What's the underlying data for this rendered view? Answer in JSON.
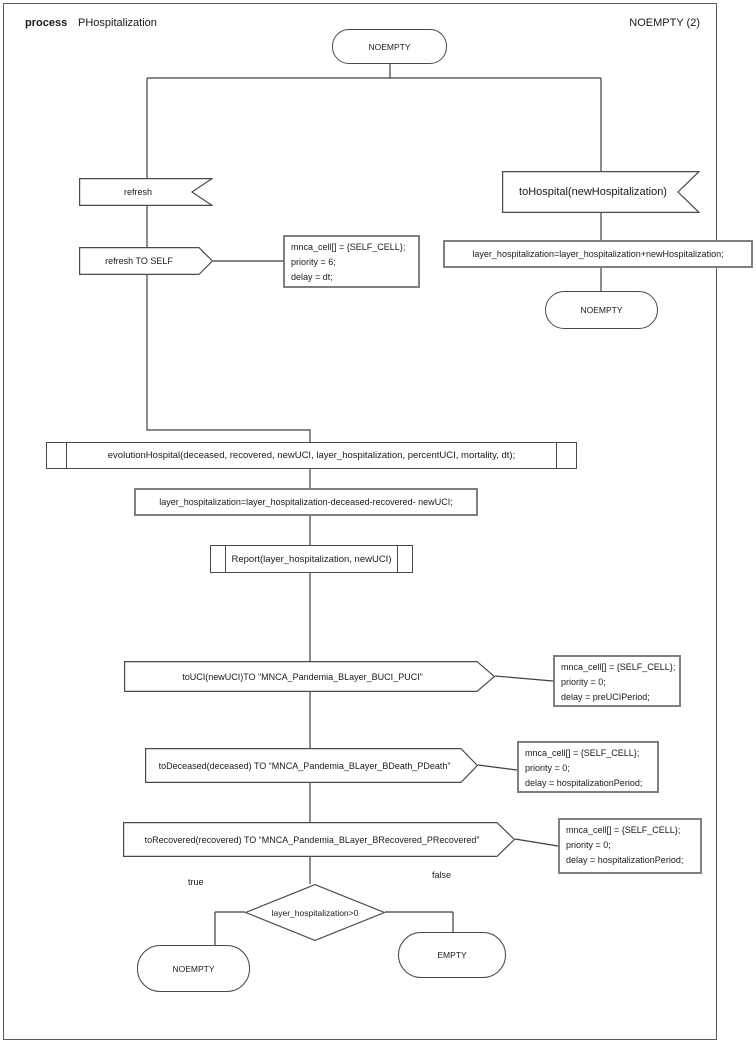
{
  "header": {
    "kind_label": "process",
    "process_name": "PHospitalization",
    "state_ref": "NOEMPTY (2)"
  },
  "nodes": {
    "start_state": "NOEMPTY",
    "refresh_receive": "refresh",
    "refresh_send": "refresh TO SELF",
    "tohospital_receive": "toHospital(newHospitalization)",
    "hospital_add": "layer_hospitalization=layer_hospitalization+newHospitalization;",
    "noempty_right": "NOEMPTY",
    "evolution_call": "evolutionHospital(deceased, recovered, newUCI, layer_hospitalization, percentUCI, mortality, dt);",
    "hospital_subtract": "layer_hospitalization=layer_hospitalization-deceased-recovered- newUCI;",
    "report_call": "Report(layer_hospitalization, newUCI)",
    "touci_send": "toUCI(newUCI)TO “MNCA_Pandemia_BLayer_BUCI_PUCI”",
    "todeceased_send": "toDeceased(deceased) TO “MNCA_Pandemia_BLayer_BDeath_PDeath”",
    "torecovered_send": "toRecovered(recovered) TO “MNCA_Pandemia_BLayer_BRecovered_PRecovered”",
    "decision": "layer_hospitalization>0",
    "branch_true": "true",
    "branch_false": "false",
    "noempty_bottom": "NOEMPTY",
    "empty_bottom": "EMPTY"
  },
  "notes": {
    "refresh": {
      "lines": [
        "mnca_cell[] = {SELF_CELL};",
        "priority = 6;",
        "delay = dt;"
      ]
    },
    "touci": {
      "lines": [
        "mnca_cell[] = {SELF_CELL};",
        "priority = 0;",
        "delay = preUCIPeriod;"
      ]
    },
    "todeceased": {
      "lines": [
        "mnca_cell[] = {SELF_CELL};",
        "priority = 0;",
        "delay = hospitalizationPeriod;"
      ]
    },
    "torecovered": {
      "lines": [
        "mnca_cell[] = {SELF_CELL};",
        "priority = 0;",
        "delay = hospitalizationPeriod;"
      ]
    }
  },
  "colors": {
    "background": "#ffffff",
    "frame_border": "#5a5a5a",
    "shape_stroke": "#4a4a4a",
    "note_border": "#7f7f7f",
    "text": "#1a1a1a"
  }
}
